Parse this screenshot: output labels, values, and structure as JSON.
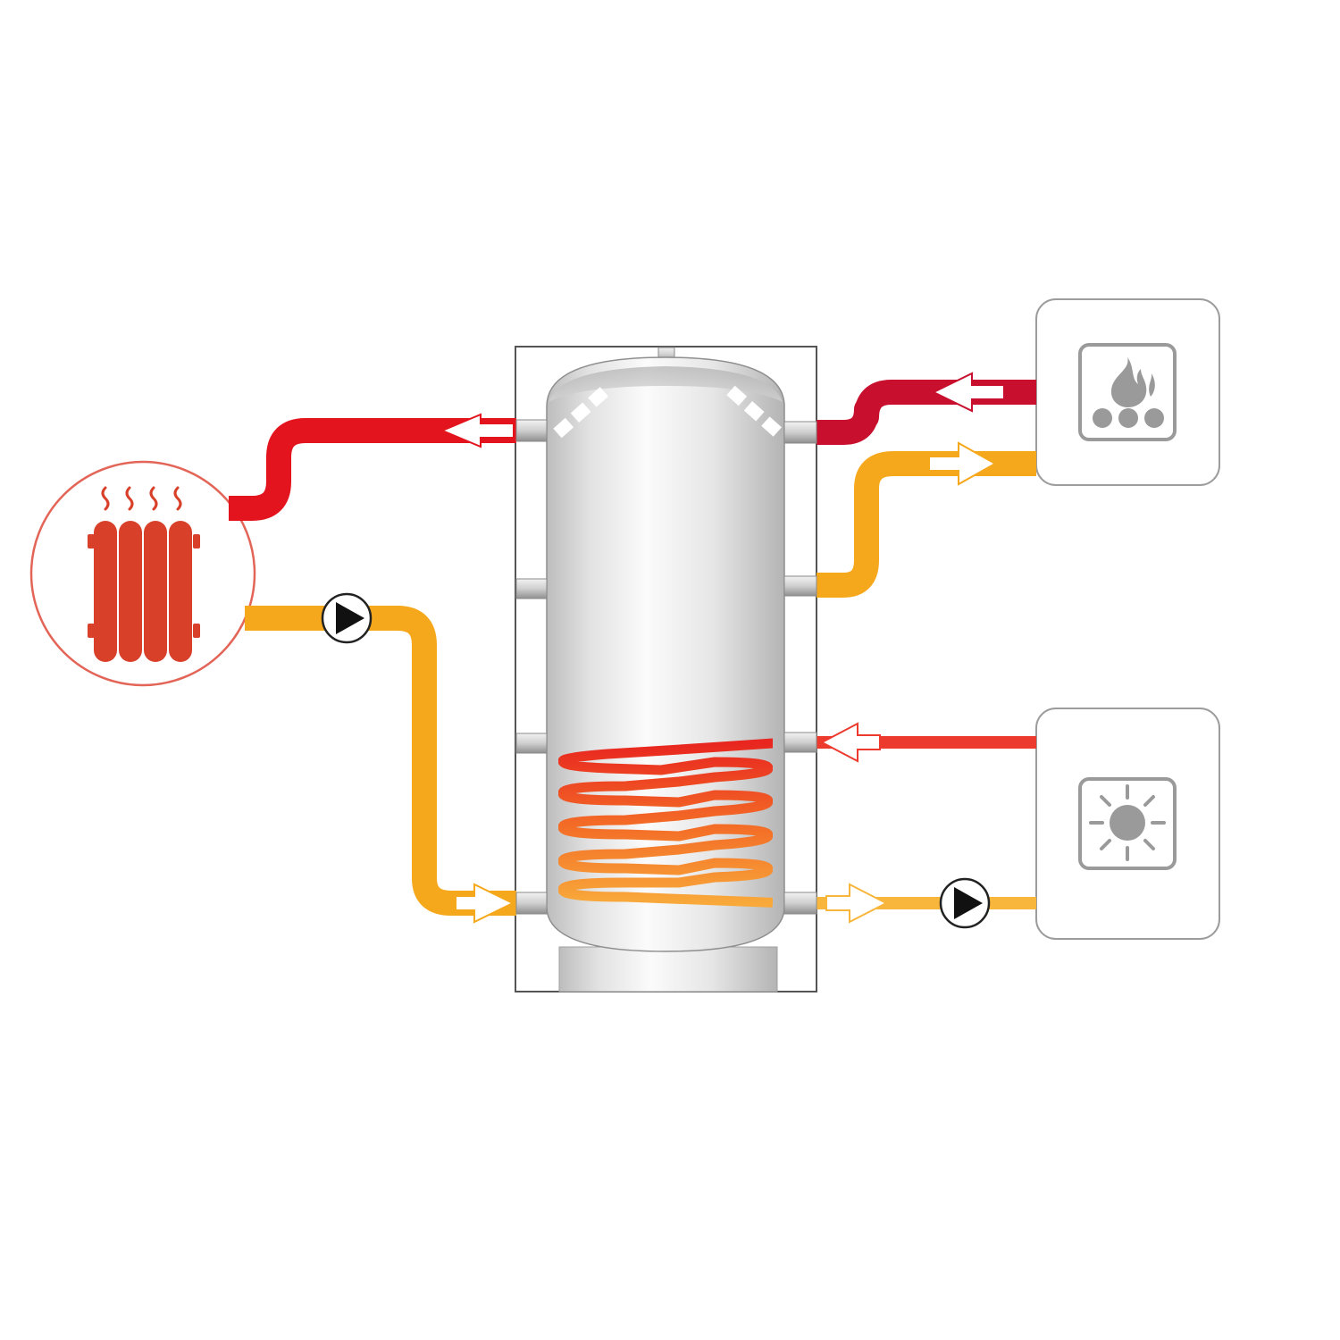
{
  "colors": {
    "background": "#ffffff",
    "supply_red": "#e3141d",
    "boiler_flow_red": "#c8102e",
    "solar_flow_red": "#ec3a2e",
    "return_orange": "#f6a81c",
    "return_light_orange": "#f8b63c",
    "radiator_red": "#d8402a",
    "radiator_circle_outline": "#e36558",
    "box_outline": "#9c9c9c",
    "icon_grey": "#9a9a9a",
    "tank_body_light": "#f4f4f4",
    "tank_body_dark": "#b9b9b9",
    "coil_top": "#e8251f",
    "coil_bottom": "#f8a93a"
  },
  "nodes": [
    {
      "id": "radiator",
      "icon": "radiator-icon",
      "shape": "circle"
    },
    {
      "id": "boiler",
      "icon": "solid-fuel-boiler-icon",
      "shape": "rounded-square"
    },
    {
      "id": "solar",
      "icon": "solar-collector-icon",
      "shape": "rounded-square"
    },
    {
      "id": "tank",
      "icon": "buffer-tank-with-coil",
      "shape": "cylinder"
    }
  ],
  "pipes": [
    {
      "id": "heating-flow",
      "from": "tank",
      "to": "radiator",
      "color": "supply_red"
    },
    {
      "id": "heating-return",
      "from": "radiator",
      "to": "tank",
      "color": "return_orange",
      "pump": true
    },
    {
      "id": "boiler-flow",
      "from": "boiler",
      "to": "tank",
      "color": "boiler_flow_red"
    },
    {
      "id": "boiler-return",
      "from": "tank",
      "to": "boiler",
      "color": "return_orange"
    },
    {
      "id": "solar-flow",
      "from": "solar",
      "to": "tank-coil",
      "color": "solar_flow_red"
    },
    {
      "id": "solar-return",
      "from": "tank-coil",
      "to": "solar",
      "color": "return_light_orange",
      "pump": true
    }
  ]
}
